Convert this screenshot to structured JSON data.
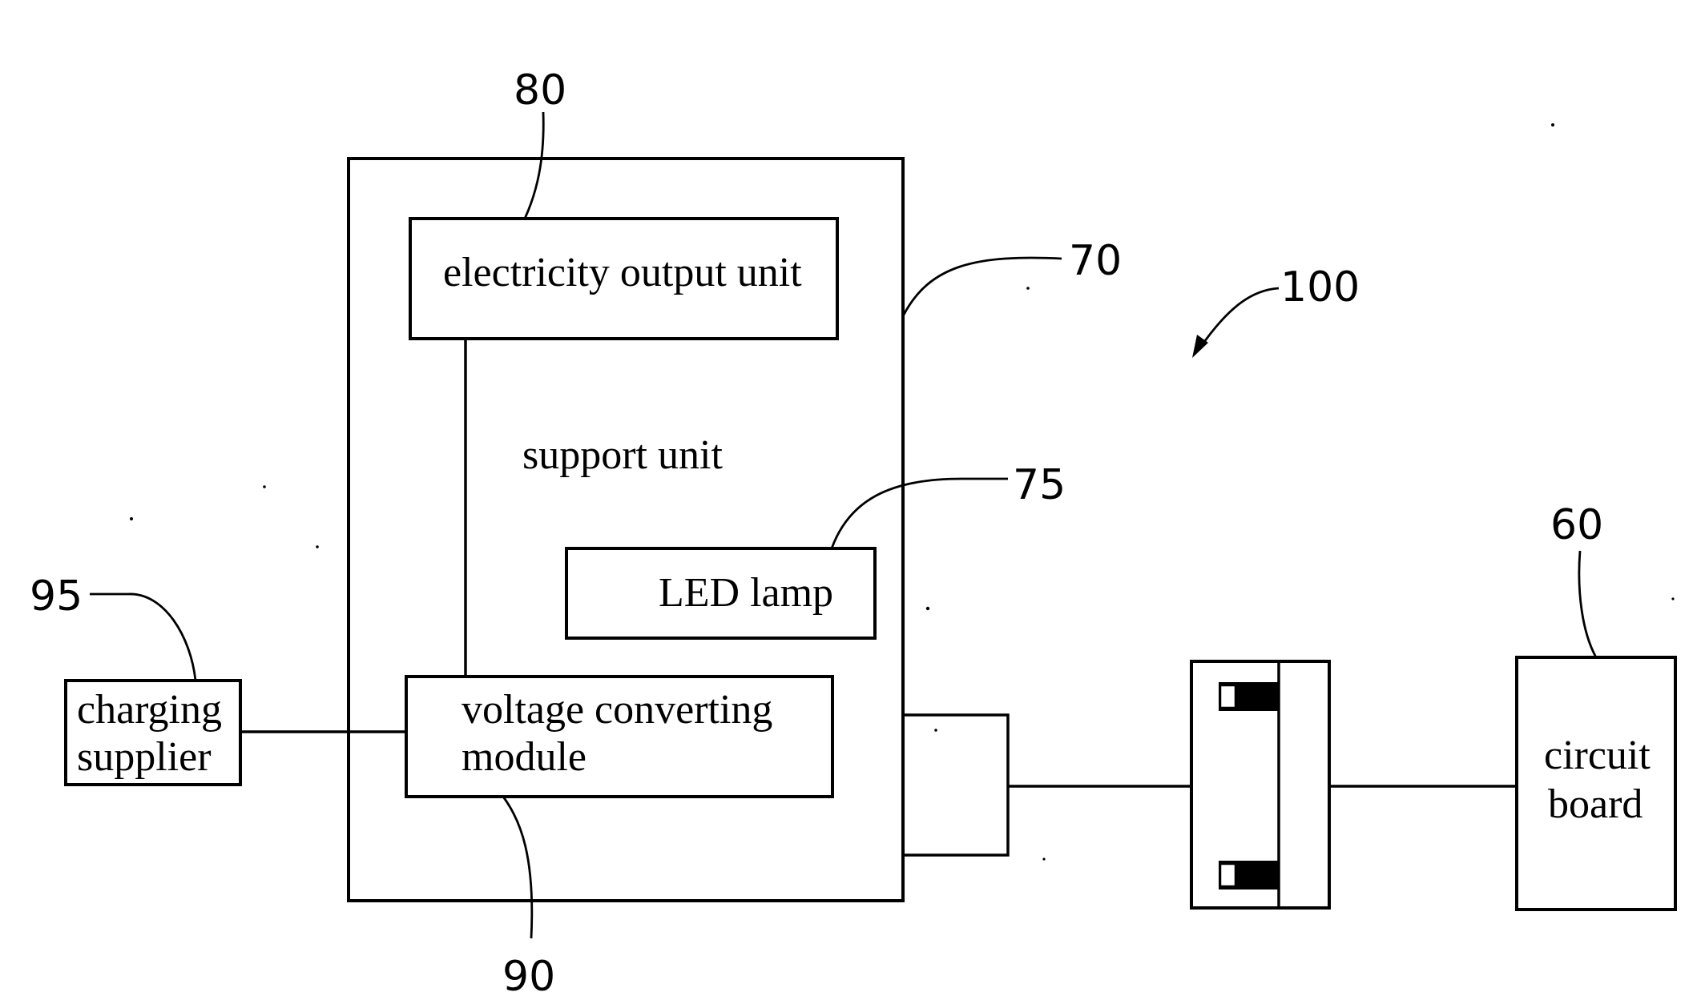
{
  "diagram": {
    "components": {
      "support_unit": {
        "label": "support unit",
        "ref": "70"
      },
      "electricity_output_unit": {
        "label": "electricity output unit",
        "ref": "80"
      },
      "led_lamp": {
        "label": "LED lamp",
        "ref": "75"
      },
      "voltage_converting_module": {
        "label_line1": "voltage converting",
        "label_line2": "module",
        "ref": "90"
      },
      "charging_supplier": {
        "label_line1": "charging",
        "label_line2": "supplier",
        "ref": "95"
      },
      "circuit_board": {
        "label_line1": "circuit",
        "label_line2": "board",
        "ref": "60"
      }
    },
    "system_ref": "100"
  }
}
